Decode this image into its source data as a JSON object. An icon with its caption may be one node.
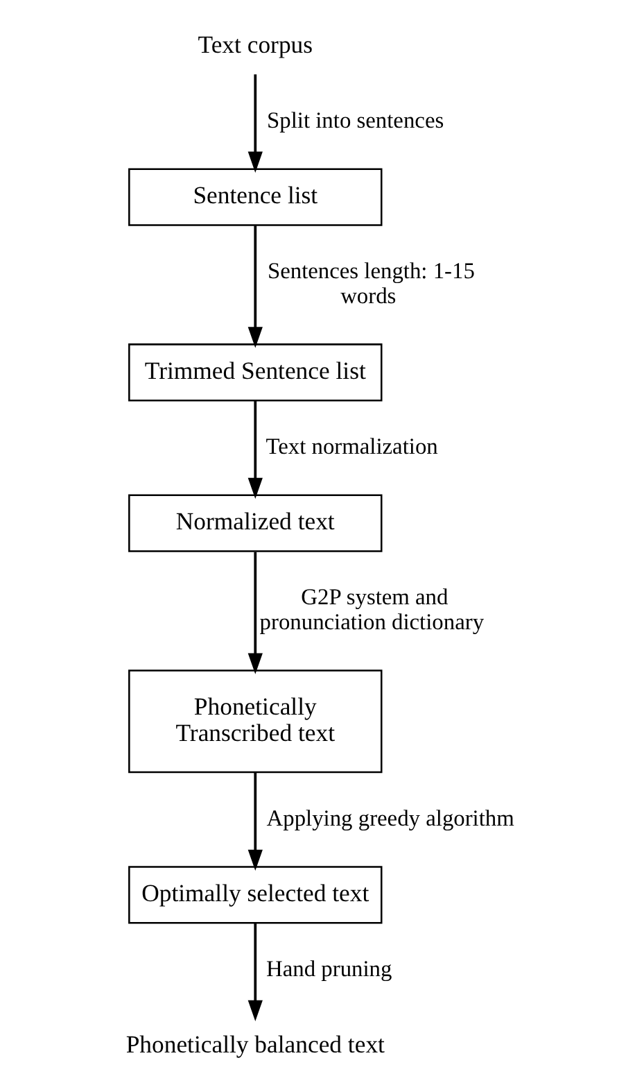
{
  "diagram": {
    "nodes": [
      {
        "text": [
          "Text corpus"
        ]
      },
      {
        "text": [
          "Sentence list"
        ]
      },
      {
        "text": [
          "Trimmed Sentence list"
        ]
      },
      {
        "text": [
          "Normalized text"
        ]
      },
      {
        "text": [
          "Phonetically Transcribed text"
        ]
      },
      {
        "text": [
          "Optimally selected text"
        ]
      },
      {
        "text": [
          "Phonetically balanced text"
        ]
      }
    ],
    "edges": [
      {
        "from": 0,
        "to": 1,
        "arrow": "to",
        "label": "Split into sentences"
      },
      {
        "from": 1,
        "to": 2,
        "arrow": "to",
        "label": "Sentences length: 1-15 words"
      },
      {
        "from": 2,
        "to": 3,
        "arrow": "to",
        "label": "Text normalization"
      },
      {
        "from": 3,
        "to": 4,
        "arrow": "to",
        "label": "G2P system and pronunciation dictionary"
      },
      {
        "from": 4,
        "to": 5,
        "arrow": "to",
        "label": "Applying greedy algorithm"
      },
      {
        "from": 5,
        "to": 6,
        "arrow": "to",
        "label": "Hand pruning"
      }
    ]
  }
}
